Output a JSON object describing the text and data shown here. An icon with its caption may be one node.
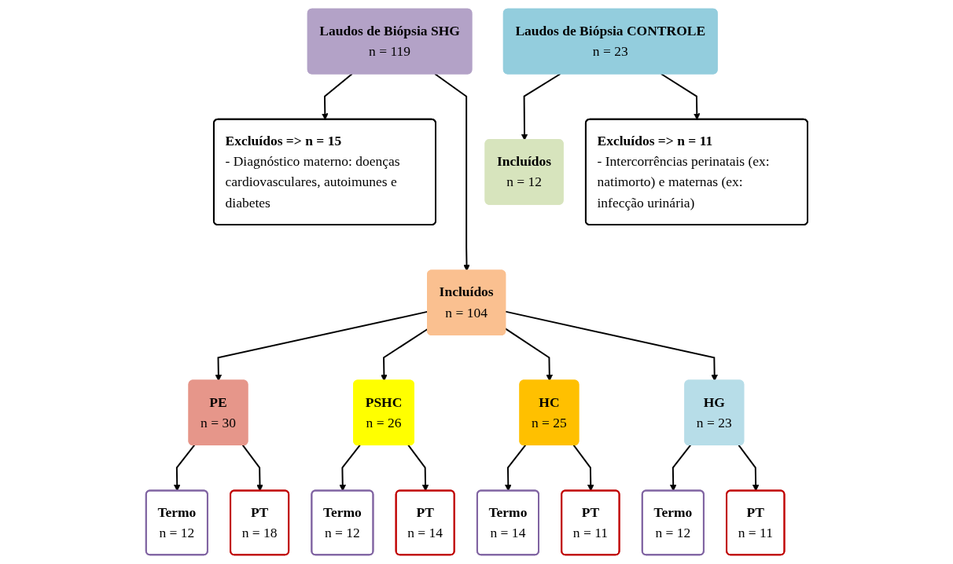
{
  "diagram": {
    "nodes": [
      {
        "text": [
          "Laudos de Biópsia SHG",
          "n = 119"
        ]
      },
      {
        "text": [
          "Laudos de Biópsia CONTROLE",
          "n = 23"
        ]
      },
      {
        "text": [
          "Excluídos => n = 15",
          "- Diagnóstico materno: doenças cardiovasculares, autoimunes e diabetes"
        ]
      },
      {
        "text": [
          "Incluídos",
          "n = 104"
        ]
      },
      {
        "text": [
          "Incluídos",
          "n = 12"
        ]
      },
      {
        "text": [
          "Excluídos => n = 11",
          "- Intercorrências perinatais (ex: natimorto) e maternas (ex: infecção urinária)"
        ]
      },
      {
        "text": [
          "PE",
          "n = 30"
        ]
      },
      {
        "text": [
          "PSHC",
          "n = 26"
        ]
      },
      {
        "text": [
          "HC",
          "n = 25"
        ]
      },
      {
        "text": [
          "HG",
          "n = 23"
        ]
      },
      {
        "text": [
          "Termo",
          "n = 12"
        ]
      },
      {
        "text": [
          "PT",
          "n = 18"
        ]
      },
      {
        "text": [
          "Termo",
          "n = 12"
        ]
      },
      {
        "text": [
          "PT",
          "n = 14"
        ]
      },
      {
        "text": [
          "Termo",
          "n = 14"
        ]
      },
      {
        "text": [
          "PT",
          "n = 11"
        ]
      },
      {
        "text": [
          "Termo",
          "n = 12"
        ]
      },
      {
        "text": [
          "PT",
          "n = 11"
        ]
      }
    ],
    "edges": [
      {
        "from": 0,
        "to": 2,
        "arrow": "to"
      },
      {
        "from": 0,
        "to": 3,
        "arrow": "to"
      },
      {
        "from": 1,
        "to": 4,
        "arrow": "to"
      },
      {
        "from": 1,
        "to": 5,
        "arrow": "to"
      },
      {
        "from": 3,
        "to": 6,
        "arrow": "to"
      },
      {
        "from": 3,
        "to": 7,
        "arrow": "to"
      },
      {
        "from": 3,
        "to": 8,
        "arrow": "to"
      },
      {
        "from": 3,
        "to": 9,
        "arrow": "to"
      },
      {
        "from": 6,
        "to": 10,
        "arrow": "to"
      },
      {
        "from": 6,
        "to": 11,
        "arrow": "to"
      },
      {
        "from": 7,
        "to": 12,
        "arrow": "to"
      },
      {
        "from": 7,
        "to": 13,
        "arrow": "to"
      },
      {
        "from": 8,
        "to": 14,
        "arrow": "to"
      },
      {
        "from": 8,
        "to": 15,
        "arrow": "to"
      },
      {
        "from": 9,
        "to": 16,
        "arrow": "to"
      },
      {
        "from": 9,
        "to": 17,
        "arrow": "to"
      }
    ]
  }
}
